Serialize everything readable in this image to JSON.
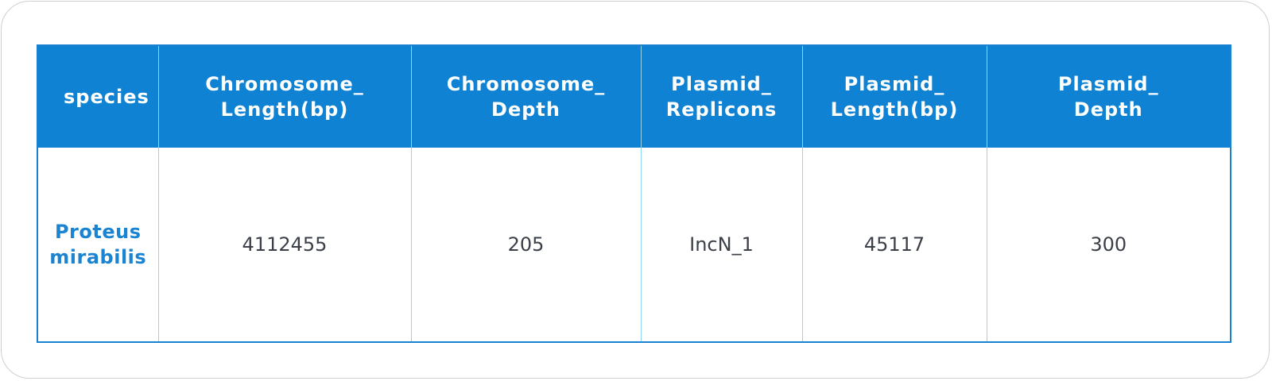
{
  "table": {
    "headers": [
      {
        "line1": "species",
        "line2": ""
      },
      {
        "line1": "Chromosome_",
        "line2": "Length(bp)"
      },
      {
        "line1": "Chromosome_",
        "line2": "Depth"
      },
      {
        "line1": "Plasmid_",
        "line2": "Replicons"
      },
      {
        "line1": "Plasmid_",
        "line2": "Length(bp)"
      },
      {
        "line1": "Plasmid_",
        "line2": "Depth"
      }
    ],
    "rows": [
      {
        "species_line1": "Proteus",
        "species_line2": "mirabilis",
        "chromosome_length_bp": "4112455",
        "chromosome_depth": "205",
        "plasmid_replicons": "IncN_1",
        "plasmid_length_bp": "45117",
        "plasmid_depth": "300"
      }
    ]
  },
  "colors": {
    "header_background": "#0f82d3",
    "header_text": "#ffffff",
    "species_text": "#1b84d2",
    "cell_text": "#3a3f48",
    "column_divider": "#8fd6f0",
    "table_border": "#1a80d0",
    "card_border": "#cfcfcf"
  }
}
